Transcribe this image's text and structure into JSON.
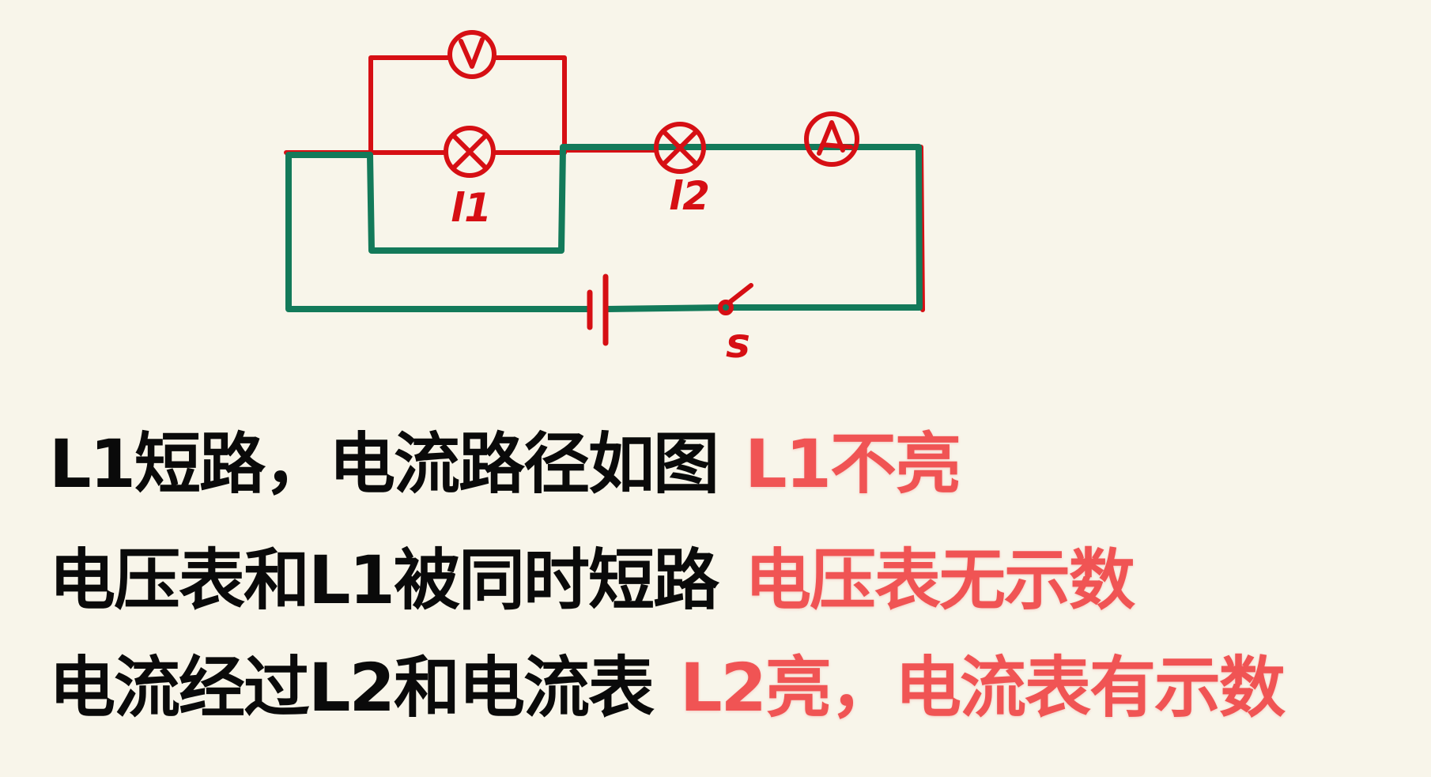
{
  "colors": {
    "background": "#f8f5ea",
    "wire_original": "#d60f14",
    "current_path": "#137a5a",
    "text_black": "#0a0a0a",
    "text_red": "#f05454"
  },
  "circuit": {
    "labels": {
      "voltmeter": "V",
      "ammeter": "A",
      "lamp1": "l1",
      "lamp2": "l2",
      "switch": "s"
    },
    "components": [
      {
        "type": "voltmeter",
        "symbol": "V",
        "parallel_to": "L1"
      },
      {
        "type": "lamp",
        "name": "L1",
        "state": "short-circuited"
      },
      {
        "type": "lamp",
        "name": "L2"
      },
      {
        "type": "ammeter",
        "symbol": "A"
      },
      {
        "type": "battery"
      },
      {
        "type": "switch",
        "name": "S"
      }
    ],
    "highlighted_path": "green current path bypasses L1 and voltmeter, passes through L2 and ammeter"
  },
  "lines": [
    {
      "black": "L1短路，电流路径如图",
      "red": "L1不亮"
    },
    {
      "black": "电压表和L1被同时短路",
      "red": "电压表无示数"
    },
    {
      "black": "电流经过L2和电流表",
      "red": "L2亮，电流表有示数"
    }
  ]
}
